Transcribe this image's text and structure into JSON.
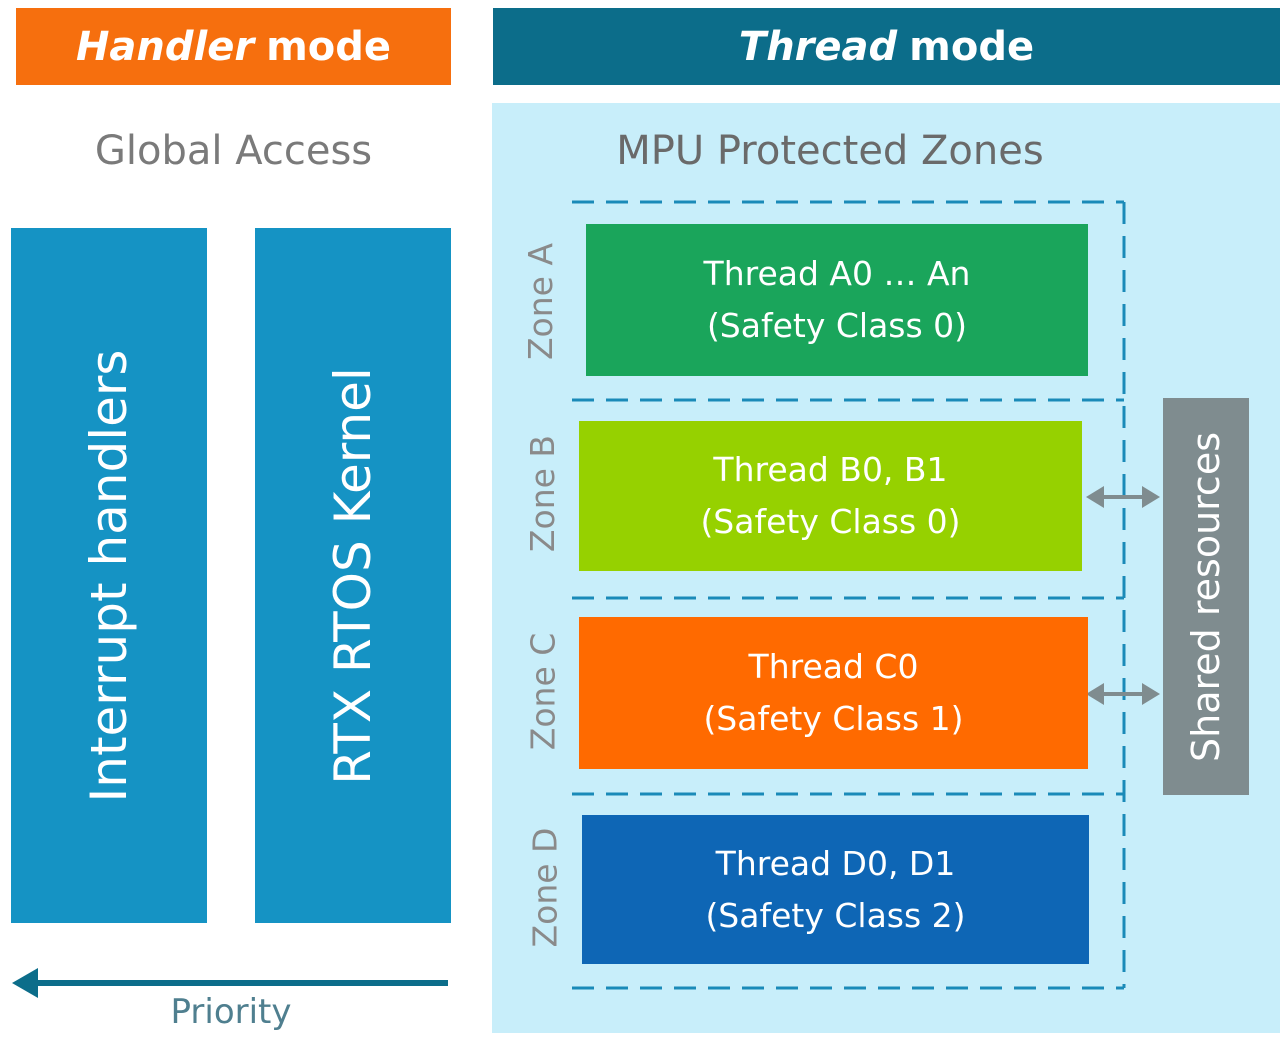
{
  "headers": {
    "handler": {
      "emphasis": "Handler",
      "rest": "mode"
    },
    "thread": {
      "emphasis": "Thread",
      "rest": "mode"
    }
  },
  "left": {
    "title": "Global Access",
    "columns": [
      "Interrupt handlers",
      "RTX RTOS Kernel"
    ],
    "priority_label": "Priority"
  },
  "right": {
    "title": "MPU Protected Zones",
    "zones": [
      {
        "label": "Zone A",
        "thread": "Thread A0 … An",
        "safety": "(Safety Class 0)",
        "color": "#1aa55b"
      },
      {
        "label": "Zone B",
        "thread": "Thread B0, B1",
        "safety": "(Safety Class 0)",
        "color": "#96d100"
      },
      {
        "label": "Zone C",
        "thread": "Thread C0",
        "safety": "(Safety Class 1)",
        "color": "#ff6a00"
      },
      {
        "label": "Zone D",
        "thread": "Thread D0, D1",
        "safety": "(Safety Class 2)",
        "color": "#0e66b5"
      }
    ],
    "shared_resources": "Shared resources"
  },
  "colors": {
    "handler_header": "#f66f0e",
    "thread_header": "#0c6d8a",
    "column_blue": "#1593c4",
    "panel_bg": "#c8eefa",
    "dashed_line": "#1a8ab8",
    "shared_bg": "#7f8c8f"
  }
}
